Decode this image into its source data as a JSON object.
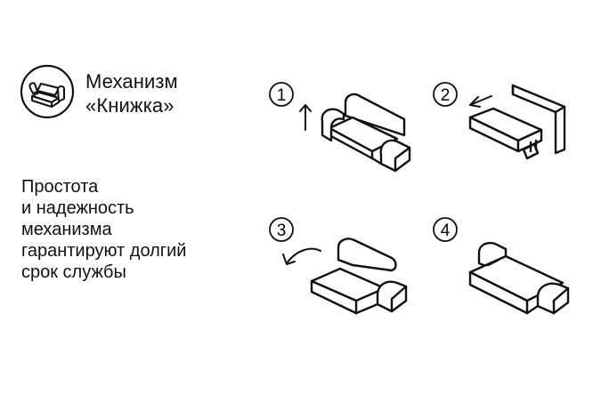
{
  "header": {
    "title_line1": "Механизм",
    "title_line2": "«Книжка»",
    "logo_icon": "sofa-book-icon"
  },
  "description": {
    "lines": [
      "Простота",
      "и надежность",
      "механизма",
      "гарантируют долгий",
      "срок службы"
    ]
  },
  "steps": [
    {
      "number": "1",
      "arrow": "arrow-up-icon"
    },
    {
      "number": "2",
      "arrow": "arrow-left-icon"
    },
    {
      "number": "3",
      "arrow": "arrow-curved-icon"
    },
    {
      "number": "4",
      "arrow": ""
    }
  ],
  "colors": {
    "ink": "#111111",
    "background": "#ffffff"
  }
}
